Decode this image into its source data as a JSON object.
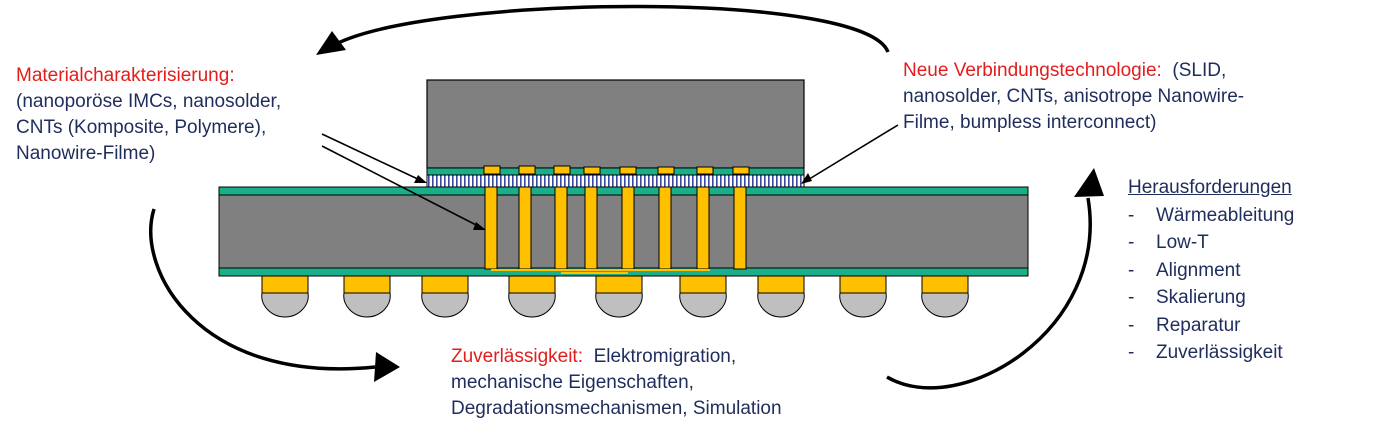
{
  "material": {
    "title": "Materialcharakterisierung:",
    "lines": [
      "(nanoporöse IMCs, nanosolder,",
      "CNTs (Komposite, Polymere),",
      "Nanowire-Filme)"
    ]
  },
  "connection": {
    "title": "Neue Verbindungstechnologie:",
    "line1_rest": "(SLID,",
    "lines": [
      "nanosolder, CNTs, anisotrope Nanowire-",
      "Filme, bumpless interconnect)"
    ]
  },
  "reliability": {
    "title": "Zuverlässigkeit:",
    "line1_rest": "Elektromigration,",
    "lines": [
      "mechanische Eigenschaften,",
      "Degradationsmechanismen, Simulation"
    ]
  },
  "challenges": {
    "heading": "Herausforderungen",
    "dash": "-",
    "items": [
      "Wärmeableitung",
      "Low-T",
      "Alignment",
      "Skalierung",
      "Reparatur",
      "Zuverlässigkeit"
    ]
  },
  "colors": {
    "chip": "#808080",
    "layer_teal": "#1aaf8a",
    "copper": "#ffc000",
    "ball": "#bfbfbf",
    "accent_red": "#e31c1c",
    "text_navy": "#1f2d5c"
  }
}
